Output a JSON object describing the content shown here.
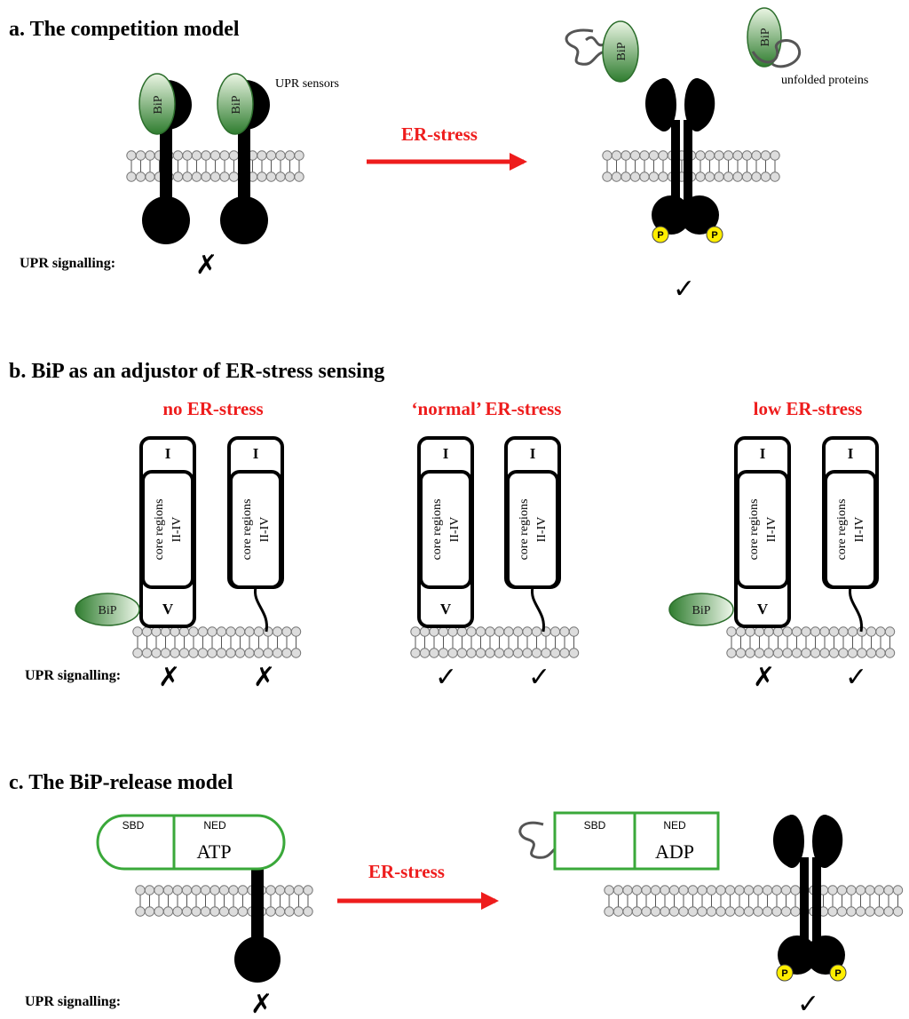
{
  "colors": {
    "red": "#ee1c1c",
    "bip_light": "#e8f3e1",
    "bip_dark": "#2e7a2e",
    "green_outline": "#3aa83a",
    "phospho": "#ffee00",
    "lipid": "#dddddd"
  },
  "panel_a": {
    "title": "a. The competition model",
    "bip_label": "BiP",
    "sensors_label": "UPR sensors",
    "unfolded_label": "unfolded proteins",
    "arrow_label": "ER-stress",
    "signalling_label": "UPR signalling:",
    "off_mark": "✗",
    "on_mark": "✓",
    "p_label": "P"
  },
  "panel_b": {
    "title": "b. BiP as an adjustor of ER-stress sensing",
    "domain_top": "I",
    "domain_core_1": "core regions",
    "domain_core_2": "II-IV",
    "domain_bottom": "V",
    "bip_label": "BiP",
    "signalling_label": "UPR signalling:",
    "conditions": [
      {
        "label": "no ER-stress",
        "left_mark": "✗",
        "right_mark": "✗"
      },
      {
        "label": "‘normal’ ER-stress",
        "left_mark": "✓",
        "right_mark": "✓"
      },
      {
        "label": "low ER-stress",
        "left_mark": "✗",
        "right_mark": "✓"
      }
    ]
  },
  "panel_c": {
    "title": "c. The BiP-release model",
    "sbd": "SBD",
    "ned": "NED",
    "atp": "ATP",
    "adp": "ADP",
    "arrow_label": "ER-stress",
    "signalling_label": "UPR signalling:",
    "off_mark": "✗",
    "on_mark": "✓",
    "p_label": "P"
  }
}
